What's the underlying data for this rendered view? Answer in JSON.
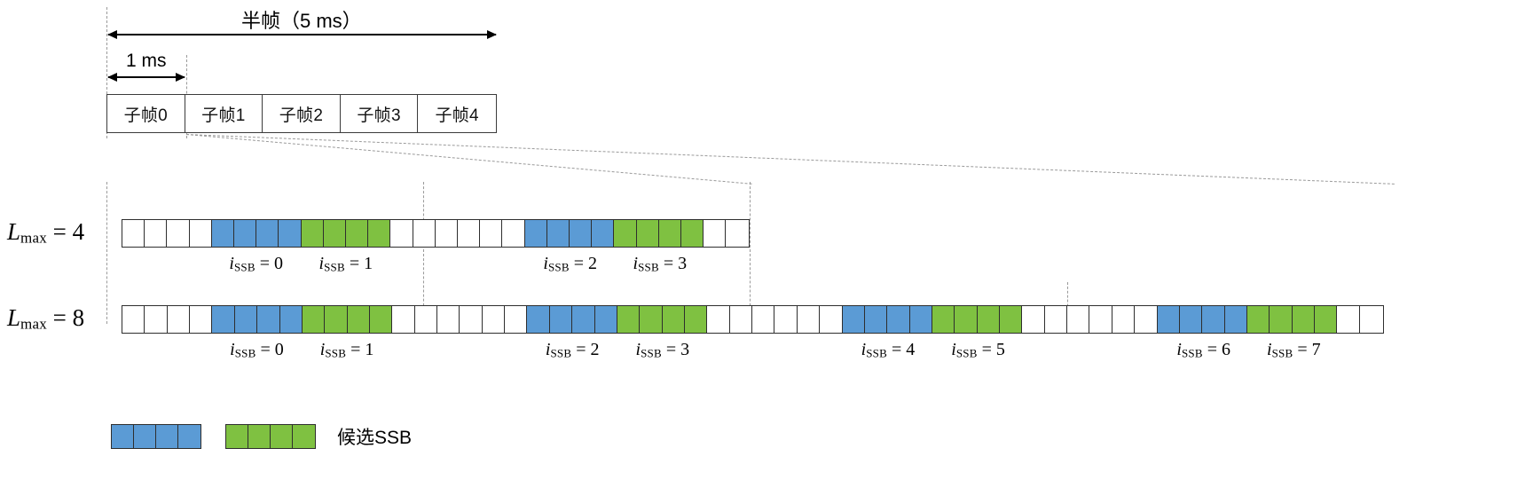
{
  "figure": {
    "title_halfframe": "半帧（5 ms）",
    "title_1ms": "1 ms"
  },
  "colors": {
    "blue": "#5b9bd5",
    "green": "#7fc141",
    "white": "#ffffff",
    "border": "#2e2e2e",
    "guide": "#9a9a9a"
  },
  "subframes": {
    "cells": [
      {
        "label": "子帧0"
      },
      {
        "label": "子帧1"
      },
      {
        "label": "子帧2"
      },
      {
        "label": "子帧3"
      },
      {
        "label": "子帧4"
      }
    ]
  },
  "rows": [
    {
      "id": "lmax4",
      "label_L": "L",
      "label_sub": "max",
      "label_eq": " = 4",
      "label_plain": "Lmax = 4",
      "symbol_count": 28,
      "pattern": [
        "white",
        "white",
        "white",
        "white",
        "blue",
        "blue",
        "blue",
        "blue",
        "green",
        "green",
        "green",
        "green",
        "white",
        "white",
        "white",
        "white",
        "white",
        "white",
        "blue",
        "blue",
        "blue",
        "blue",
        "green",
        "green",
        "green",
        "green",
        "white",
        "white"
      ],
      "issb_labels": [
        {
          "var": "i",
          "sub": "SSB",
          "eq": " = 0",
          "plain": "iSSB = 0"
        },
        {
          "var": "i",
          "sub": "SSB",
          "eq": " = 1",
          "plain": "iSSB = 1"
        },
        {
          "var": "i",
          "sub": "SSB",
          "eq": " = 2",
          "plain": "iSSB = 2"
        },
        {
          "var": "i",
          "sub": "SSB",
          "eq": " = 3",
          "plain": "iSSB = 3"
        }
      ]
    },
    {
      "id": "lmax8",
      "label_L": "L",
      "label_sub": "max",
      "label_eq": " = 8",
      "label_plain": "Lmax = 8",
      "symbol_count": 56,
      "pattern": [
        "white",
        "white",
        "white",
        "white",
        "blue",
        "blue",
        "blue",
        "blue",
        "green",
        "green",
        "green",
        "green",
        "white",
        "white",
        "white",
        "white",
        "white",
        "white",
        "blue",
        "blue",
        "blue",
        "blue",
        "green",
        "green",
        "green",
        "green",
        "white",
        "white",
        "white",
        "white",
        "white",
        "white",
        "blue",
        "blue",
        "blue",
        "blue",
        "green",
        "green",
        "green",
        "green",
        "white",
        "white",
        "white",
        "white",
        "white",
        "white",
        "blue",
        "blue",
        "blue",
        "blue",
        "green",
        "green",
        "green",
        "green",
        "white",
        "white"
      ],
      "issb_labels": [
        {
          "var": "i",
          "sub": "SSB",
          "eq": " = 0",
          "plain": "iSSB = 0"
        },
        {
          "var": "i",
          "sub": "SSB",
          "eq": " = 1",
          "plain": "iSSB = 1"
        },
        {
          "var": "i",
          "sub": "SSB",
          "eq": " = 2",
          "plain": "iSSB = 2"
        },
        {
          "var": "i",
          "sub": "SSB",
          "eq": " = 3",
          "plain": "iSSB = 3"
        },
        {
          "var": "i",
          "sub": "SSB",
          "eq": " = 4",
          "plain": "iSSB = 4"
        },
        {
          "var": "i",
          "sub": "SSB",
          "eq": " = 5",
          "plain": "iSSB = 5"
        },
        {
          "var": "i",
          "sub": "SSB",
          "eq": " = 6",
          "plain": "iSSB = 6"
        },
        {
          "var": "i",
          "sub": "SSB",
          "eq": " = 7",
          "plain": "iSSB = 7"
        }
      ]
    }
  ],
  "legend": {
    "blue_cells": 4,
    "green_cells": 4,
    "text": "候选SSB"
  }
}
